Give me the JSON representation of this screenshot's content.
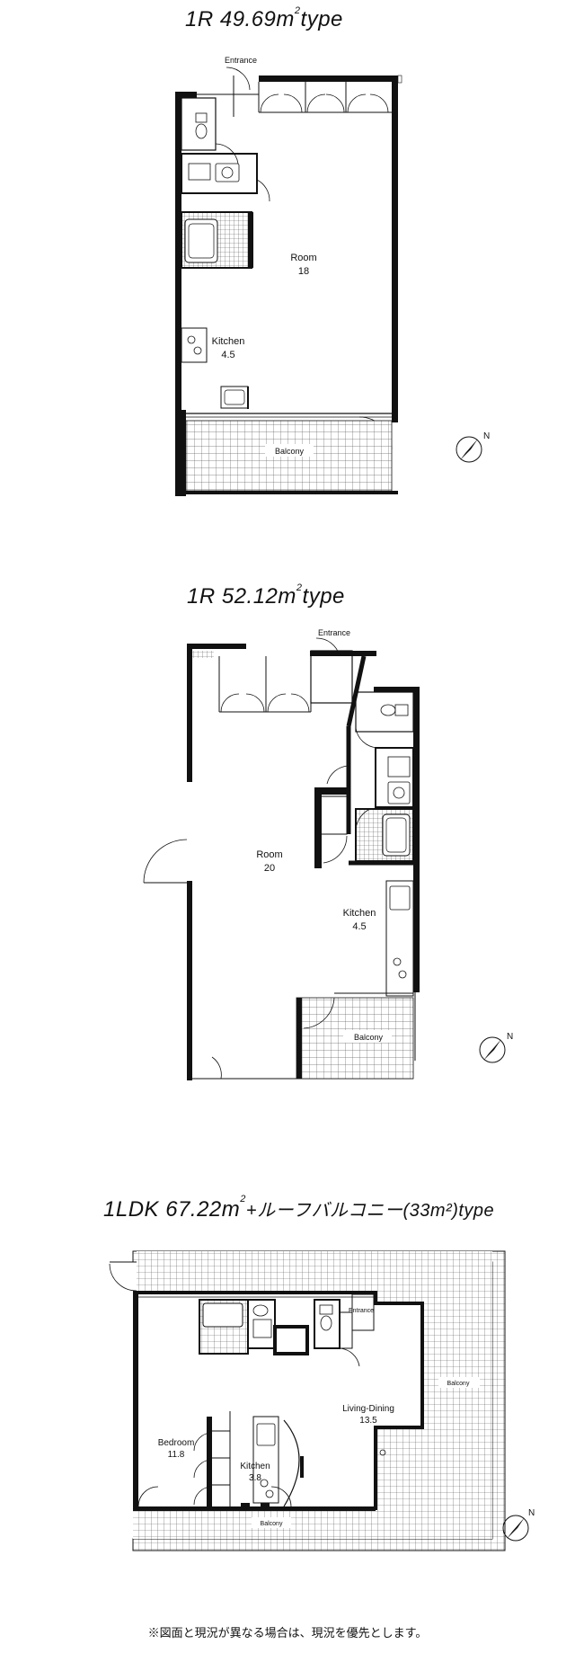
{
  "plans": [
    {
      "title": {
        "main": "1R  49.69m",
        "sup": "2",
        "suffix": "type"
      },
      "labels": {
        "entrance": "Entrance",
        "room": "Room",
        "room_size": "18",
        "kitchen": "Kitchen",
        "kitchen_size": "4.5",
        "balcony": "Balcony"
      }
    },
    {
      "title": {
        "main": "1R  52.12m",
        "sup": "2",
        "suffix": "type"
      },
      "labels": {
        "entrance": "Entrance",
        "room": "Room",
        "room_size": "20",
        "kitchen": "Kitchen",
        "kitchen_size": "4.5",
        "balcony": "Balcony"
      }
    },
    {
      "title": {
        "main": "1LDK  67.22m",
        "sup": "2",
        "suffix": "+ルーフバルコニー(33m²)type"
      },
      "labels": {
        "entrance": "Entrance",
        "bedroom": "Bedroom",
        "bedroom_size": "11.8",
        "kitchen": "Kitchen",
        "kitchen_size": "3.8",
        "living": "Living-Dining",
        "living_size": "13.5",
        "balcony_right": "Balcony",
        "balcony_bottom": "Balcony"
      }
    }
  ],
  "compass": {
    "north": "N"
  },
  "footnote": "※図面と現況が異なる場合は、現況を優先とします。"
}
